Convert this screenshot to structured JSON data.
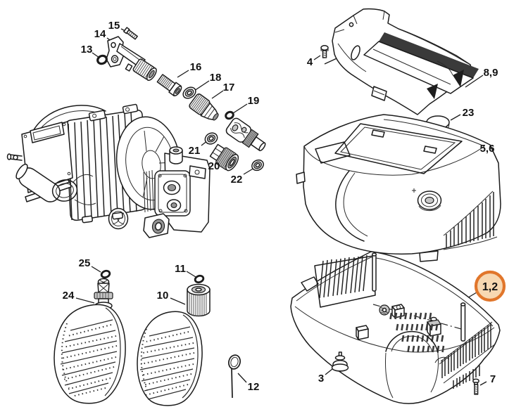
{
  "colors": {
    "background": "#ffffff",
    "line": "#1b1b1b",
    "label_text": "#111111",
    "highlight_ring": "#e1762b",
    "highlight_fill": "#f7d8b2"
  },
  "callouts": [
    {
      "label": "1,2",
      "highlighted": true
    },
    {
      "label": "3",
      "highlighted": false
    },
    {
      "label": "4",
      "highlighted": false
    },
    {
      "label": "5,6",
      "highlighted": false
    },
    {
      "label": "7",
      "highlighted": false
    },
    {
      "label": "8,9",
      "highlighted": false
    },
    {
      "label": "10",
      "highlighted": false
    },
    {
      "label": "11",
      "highlighted": false
    },
    {
      "label": "12",
      "highlighted": false
    },
    {
      "label": "13",
      "highlighted": false
    },
    {
      "label": "14",
      "highlighted": false
    },
    {
      "label": "15",
      "highlighted": false
    },
    {
      "label": "16",
      "highlighted": false
    },
    {
      "label": "17",
      "highlighted": false
    },
    {
      "label": "18",
      "highlighted": false
    },
    {
      "label": "19",
      "highlighted": false
    },
    {
      "label": "20",
      "highlighted": false
    },
    {
      "label": "21",
      "highlighted": false
    },
    {
      "label": "22",
      "highlighted": false
    },
    {
      "label": "23",
      "highlighted": false
    },
    {
      "label": "24",
      "highlighted": false
    },
    {
      "label": "25",
      "highlighted": false
    }
  ]
}
